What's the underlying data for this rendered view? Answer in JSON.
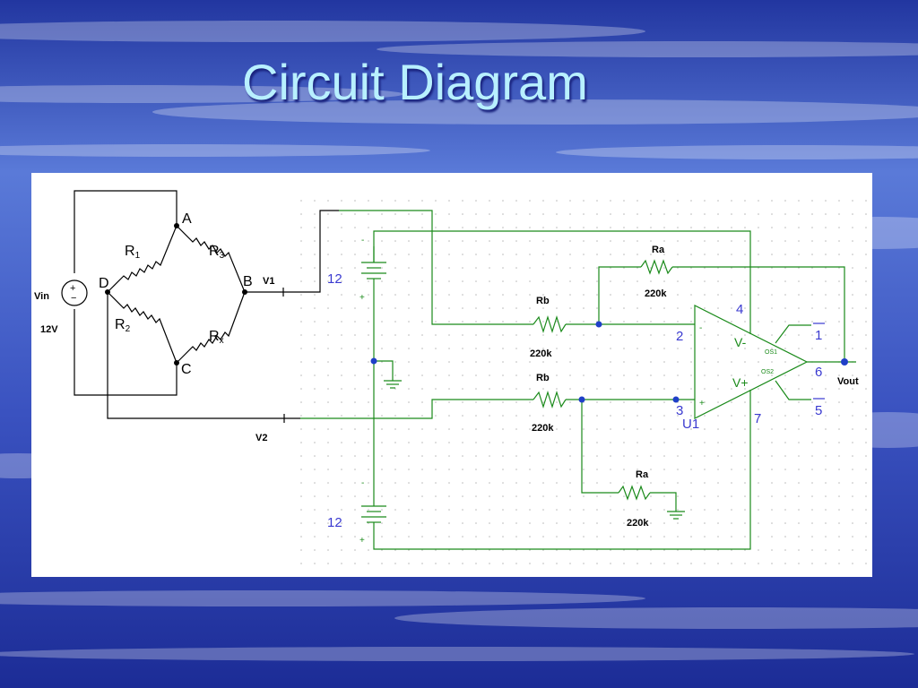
{
  "slide": {
    "title": "Circuit Diagram"
  },
  "bridge": {
    "node_a": "A",
    "node_b": "B",
    "node_c": "C",
    "node_d": "D",
    "r1": "R",
    "r1_sub": "1",
    "r2": "R",
    "r2_sub": "2",
    "r3": "R",
    "r3_sub": "3",
    "rx": "R",
    "rx_sub": "x",
    "vin_label": "Vin",
    "vin_value": "12V",
    "v1_label": "V1",
    "v2_label": "V2"
  },
  "supply": {
    "top_value": "12",
    "bottom_value": "12",
    "minus": "-",
    "plus": "+"
  },
  "amplifier": {
    "rb_top_label": "Rb",
    "rb_top_value": "220k",
    "rb_bottom_label": "Rb",
    "rb_bottom_value": "220k",
    "ra_top_label": "Ra",
    "ra_top_value": "220k",
    "ra_bottom_label": "Ra",
    "ra_bottom_value": "220k",
    "pin_2": "2",
    "pin_3": "3",
    "pin_4": "4",
    "pin_6": "6",
    "pin_7": "7",
    "pin_1": "1",
    "pin_5": "5",
    "vminus": "V-",
    "vplus": "V+",
    "os1": "OS1",
    "os2": "OS2",
    "inv_sign": "-",
    "noninv_sign": "+",
    "ref": "U1",
    "vout": "Vout"
  },
  "colors": {
    "background": "#2b3fa8",
    "title": "#b8f0ff",
    "wire_green": "#1a8a1a",
    "node_blue": "#1f3fc8",
    "label_blue": "#3a3ad0"
  }
}
